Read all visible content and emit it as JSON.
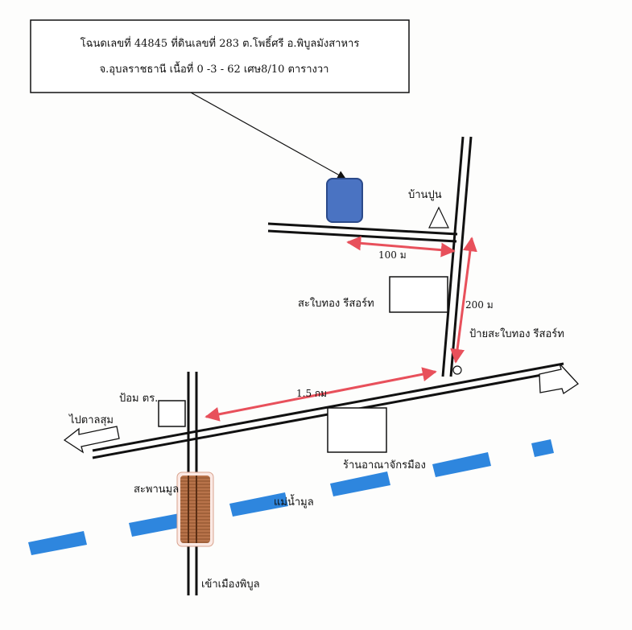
{
  "info_box": {
    "line1": "โฉนดเลขที่ 44845  ที่ดินเลขที่ 283 ต.โพธิ์ศรี อ.พิบูลมังสาหาร",
    "line2": "จ.อุบลราชธานี เนื้อที่ 0  -3   - 62 เศษ8/10 ตารางวา"
  },
  "labels": {
    "ban_pun": "บ้านปูน",
    "resort": "สะใบทอง รีสอร์ท",
    "resort_sign": "ป้ายสะใบทอง รีสอร์ท",
    "police_box": "ป้อม ตร.",
    "to_tan_sum": "ไปตาลสุม",
    "bridge": "สะพานมูล",
    "river": "แม่น้ำมูล",
    "shop": "ร้านอาณาจักรมือง",
    "to_phibun": "เข้าเมืองพิบูล"
  },
  "distances": {
    "d100": "100 ม",
    "d200": "200 ม",
    "d1500": "1.5 กม"
  },
  "colors": {
    "plot_fill": "#4a73c2",
    "plot_stroke": "#2b4a8a",
    "arrow_red": "#e8505b",
    "river_blue": "#2e86de",
    "bridge_brown": "#b06a3a",
    "road": "#111111"
  }
}
